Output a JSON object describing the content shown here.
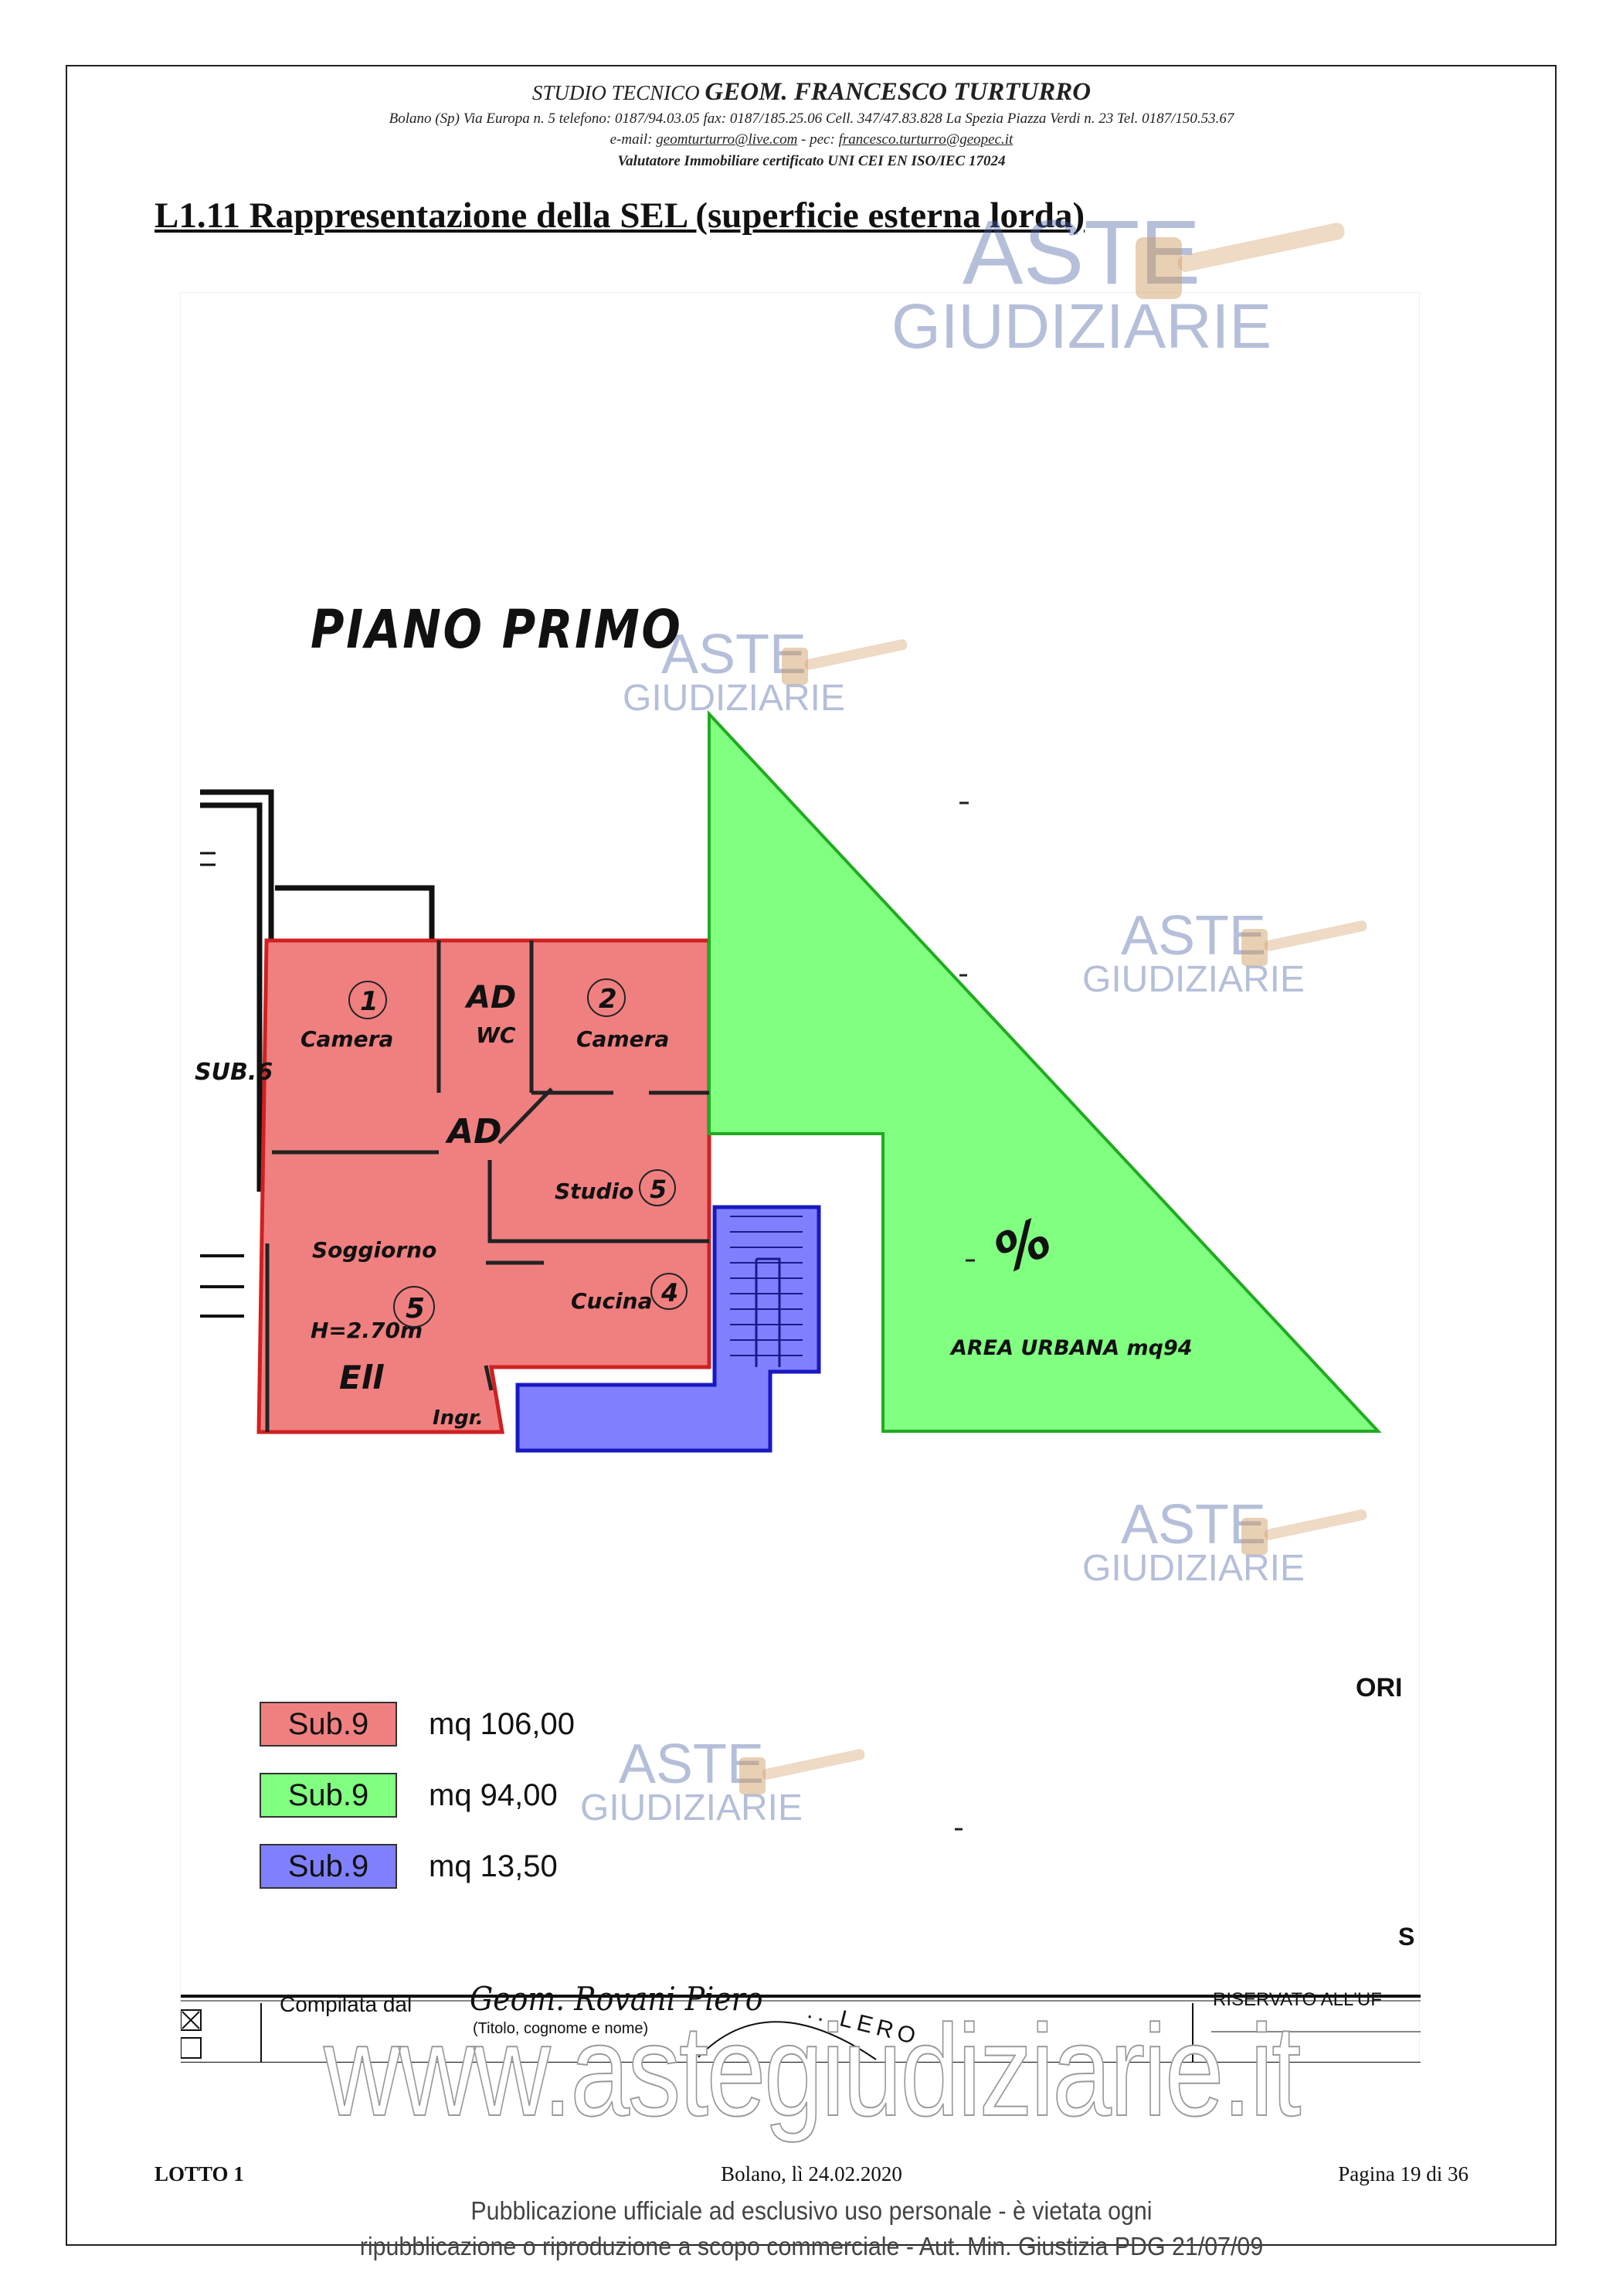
{
  "header": {
    "studio": "STUDIO TECNICO",
    "name": "GEOM. FRANCESCO TURTURRO",
    "line2": "Bolano (Sp) Via Europa n. 5 telefono: 0187/94.03.05 fax: 0187/185.25.06 Cell. 347/47.83.828 La Spezia Piazza Verdi n. 23 Tel. 0187/150.53.67",
    "email_label": "e-mail:",
    "email": "geomturturro@live.com",
    "pec_sep": " - pec: ",
    "pec": "francesco.turturro@geopec.it",
    "line4": "Valutatore Immobiliare certificato UNI CEI EN ISO/IEC 17024"
  },
  "section_title": "L1.11 Rappresentazione della SEL (superficie esterna lorda)",
  "plan": {
    "floor_title": "PIANO PRIMO",
    "side_label": "SUB.6",
    "area_label": "AREA URBANA mq94",
    "rooms": {
      "camera1": "Camera",
      "wc": "WC",
      "camera2": "Camera",
      "studio": "Studio",
      "soggiorno": "Soggiorno",
      "height": "H=2.70m",
      "cucina": "Cucina",
      "ingresso": "Ingr."
    },
    "handwritten": {
      "n1": "1",
      "n2": "2",
      "ad_top": "AD",
      "ad_mid": "AD",
      "n5_studio": "5",
      "n5_soggiorno": "5",
      "n4": "4",
      "ell": "Ell",
      "percent": "%"
    },
    "colors": {
      "red": "#f08080",
      "green": "#80ff80",
      "blue": "#8080ff"
    }
  },
  "legend": [
    {
      "label": "Sub.9",
      "value": "mq 106,00",
      "color": "#f08080"
    },
    {
      "label": "Sub.9",
      "value": "mq 94,00",
      "color": "#80ff80"
    },
    {
      "label": "Sub.9",
      "value": "mq 13,50",
      "color": "#8080ff"
    }
  ],
  "strip": {
    "compilata": "Compilata dal",
    "signature": "Geom. Rovani Piero",
    "titolo": "(Titolo, cognome e nome)",
    "riservato": "RISERVATO ALL'UF",
    "ori": "ORI",
    "s_mark": "S",
    "stamp": "...LERO"
  },
  "watermark": {
    "line1": "ASTE",
    "line2": "GIUDIZIARIE",
    "website": "www.astegiudiziarie.it"
  },
  "footer": {
    "left": "LOTTO 1",
    "center": "Bolano, lì 24.02.2020",
    "right": "Pagina 19 di 36",
    "pub1": "Pubblicazione ufficiale ad esclusivo uso personale - è vietata ogni",
    "pub2": "ripubblicazione o riproduzione a scopo commerciale - Aut. Min. Giustizia PDG 21/07/09"
  }
}
